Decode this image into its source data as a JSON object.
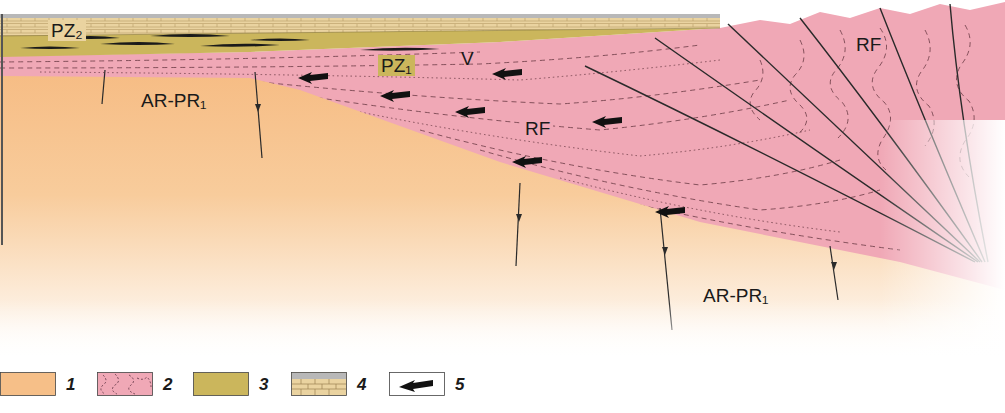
{
  "diagram": {
    "labels": [
      "PZ₂",
      "PZ₁",
      "V",
      "RF",
      "AR-PR₁",
      "RF",
      "AR-PR₁"
    ],
    "legend": [
      {
        "text": "1",
        "color": "#f6bf88"
      },
      {
        "text": "2"
      },
      {
        "text": "3",
        "color": "#cbb65c"
      },
      {
        "text": "4"
      },
      {
        "text": "5"
      }
    ]
  }
}
